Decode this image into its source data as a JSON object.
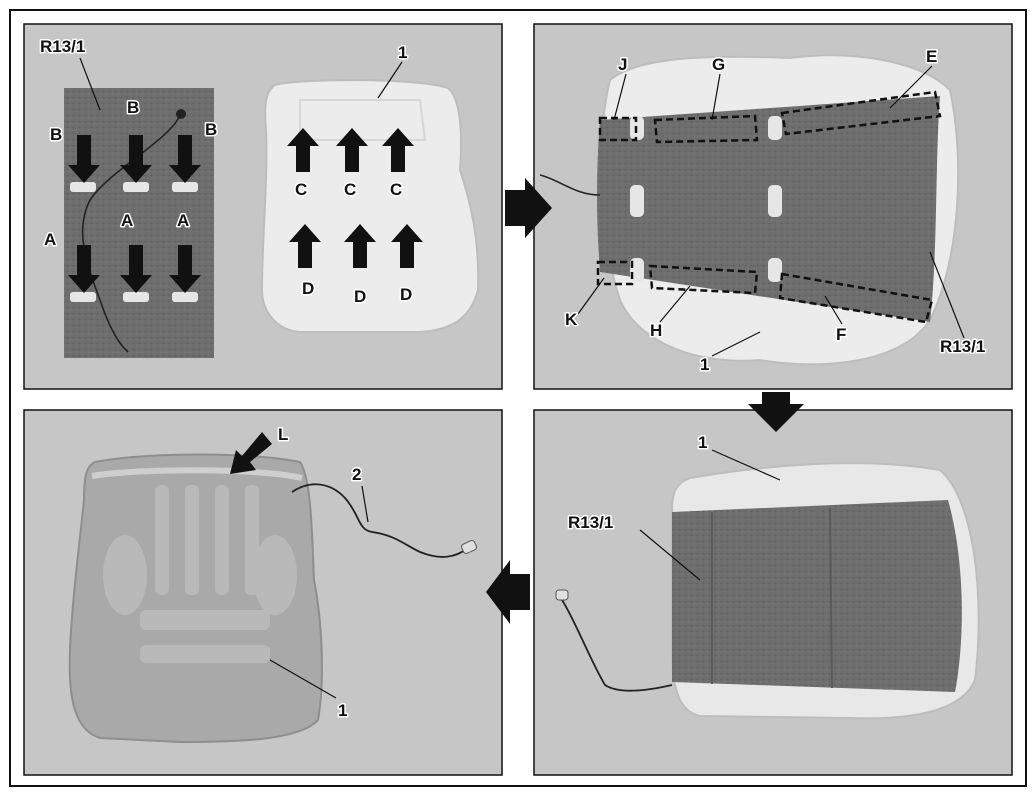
{
  "colors": {
    "panel_bg": "#c6c6c6",
    "felt": "#6e6e6e",
    "foam": "#ececec",
    "arrow": "#111111",
    "frame": "#111111"
  },
  "panels": {
    "top_left": {
      "labels": {
        "mat": "R13/1",
        "part": "1",
        "b1": "B",
        "b2": "B",
        "b3": "B",
        "a1": "A",
        "a2": "A",
        "a3": "A",
        "c1": "C",
        "c2": "C",
        "c3": "C",
        "d1": "D",
        "d2": "D",
        "d3": "D"
      }
    },
    "top_right": {
      "labels": {
        "j": "J",
        "g": "G",
        "e": "E",
        "k": "K",
        "h": "H",
        "f": "F",
        "part": "1",
        "mat": "R13/1"
      }
    },
    "bottom_right": {
      "labels": {
        "part": "1",
        "mat": "R13/1"
      }
    },
    "bottom_left": {
      "labels": {
        "l": "L",
        "cable": "2",
        "part": "1"
      }
    }
  },
  "flow_arrows": [
    {
      "name": "flow-arrow-right-icon"
    },
    {
      "name": "flow-arrow-down-icon"
    },
    {
      "name": "flow-arrow-left-icon"
    }
  ]
}
